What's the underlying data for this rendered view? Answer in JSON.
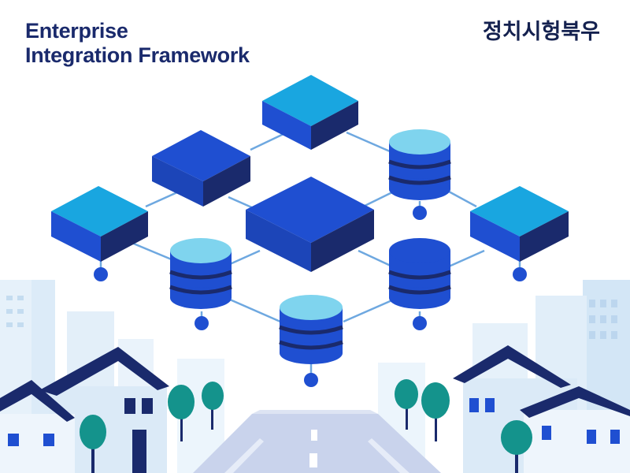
{
  "header": {
    "title_line1": "Enterprise",
    "title_line2": "Integration Framework",
    "brand": "정치시헝북우"
  },
  "colors": {
    "navy": "#1a2a6c",
    "blue": "#1f4fd1",
    "sky": "#19a6e0",
    "cyan": "#7fd4ee",
    "connector": "#6ea8e0",
    "building": "#d6e9f7",
    "tree": "#14938c",
    "road": "#c9d3ec"
  },
  "icons": {
    "network": "integration-network-diagram",
    "town": "town-street-scene"
  }
}
